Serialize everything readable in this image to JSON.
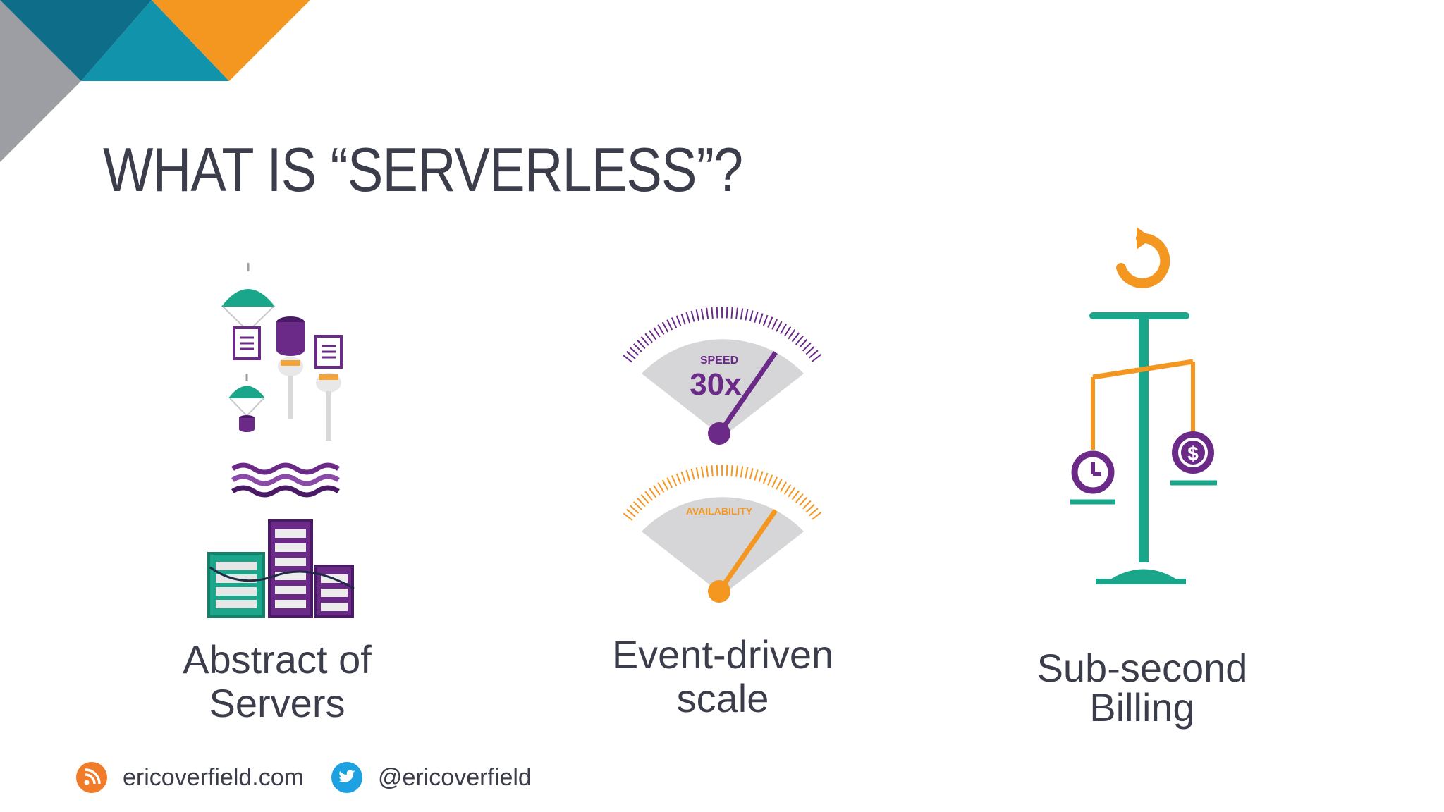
{
  "slide": {
    "title": "WHAT IS “SERVERLESS”?",
    "colors": {
      "gray": "#9d9ea3",
      "dark_teal": "#0e6e8a",
      "teal": "#1193ab",
      "orange": "#f39720",
      "text": "#3b3e4a",
      "purple": "#6b2a88",
      "green": "#1aa68a"
    }
  },
  "features": [
    {
      "caption": "Abstract of Servers",
      "icon": "parachute-servers-icon"
    },
    {
      "caption": "Event-driven scale",
      "icon": "gauges-icon",
      "gauges": [
        {
          "label": "SPEED",
          "value": "30x"
        },
        {
          "label": "AVAILABILITY"
        }
      ]
    },
    {
      "caption": "Sub-second Billing",
      "icon": "balance-scale-icon"
    }
  ],
  "footer": {
    "website": {
      "text": "ericoverfield.com",
      "icon": "rss-icon",
      "color": "#f07c2a"
    },
    "twitter": {
      "text": "@ericoverfield",
      "icon": "twitter-icon",
      "color": "#1da1e0"
    }
  }
}
